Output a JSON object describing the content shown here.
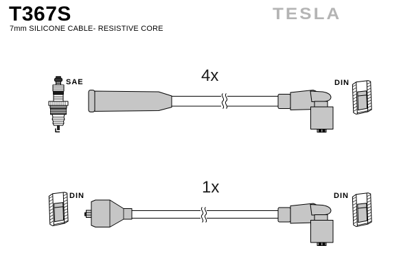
{
  "header": {
    "part_number": "T367S",
    "subtitle": "7mm SILICONE CABLE- RESISTIVE CORE",
    "brand": "TESLA"
  },
  "diagram_top": {
    "quantity_label": "4x",
    "left_terminal_label": "SAE",
    "right_terminal_label": "DIN"
  },
  "diagram_bottom": {
    "quantity_label": "1x",
    "left_terminal_label": "DIN",
    "right_terminal_label": "DIN"
  },
  "icons": {
    "spark_plug": "spark-plug-icon",
    "din_connector": "din-connector-icon",
    "straight_boot": "straight-boot-icon",
    "angled_boot": "angled-boot-icon",
    "cone_boot": "cone-boot-icon",
    "cable_break": "cable-break-icon"
  },
  "colors": {
    "boot_fill": "#c6c6c6",
    "brand_gray": "#b4b4b4",
    "outline": "#000000"
  }
}
